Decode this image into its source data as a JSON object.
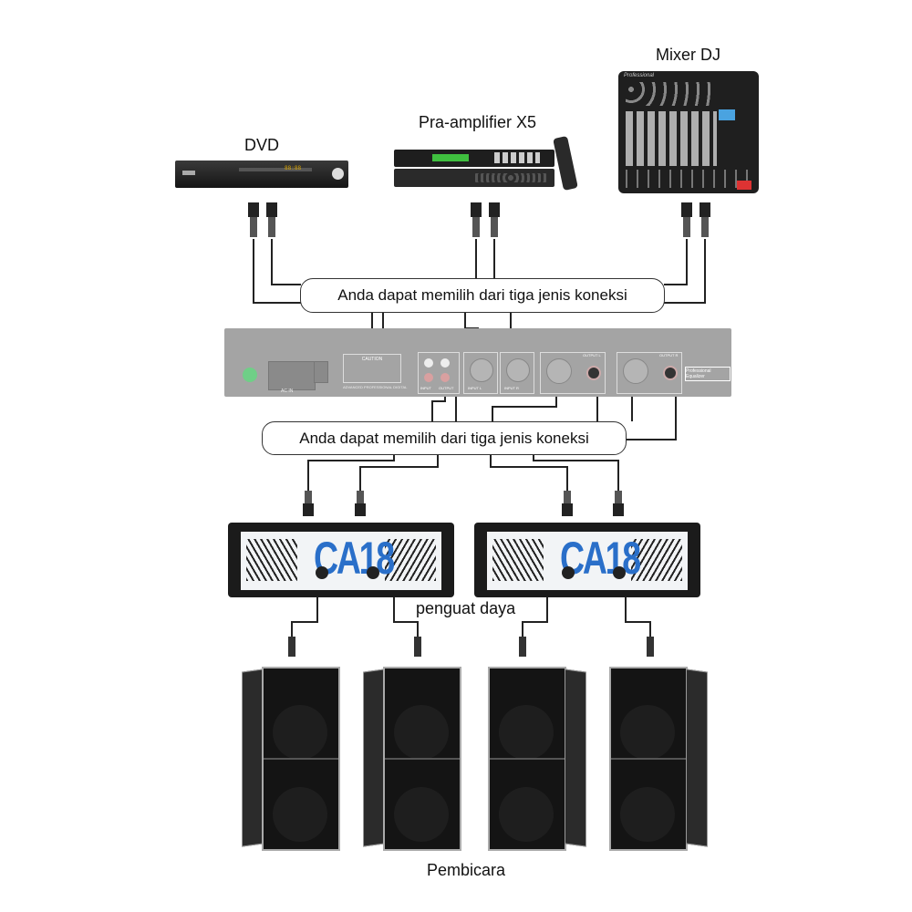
{
  "devices": {
    "dvd": {
      "label": "DVD",
      "display": "88:88"
    },
    "preamp": {
      "label": "Pra-amplifier X5"
    },
    "mixer": {
      "label": "Mixer DJ",
      "brand": "Professional"
    },
    "processor": {
      "power_label": "AC IN",
      "caution": "CAUTION",
      "brand_line": "ADVANCED PROFESSIONAL DIGITAL",
      "ce_label": "Professional Equalizer",
      "ports": [
        "INPUT",
        "OUTPUT",
        "INPUT L",
        "INPUT R",
        "OUTPUT L",
        "OUTPUT R"
      ]
    },
    "amplifiers": {
      "label": "penguat daya",
      "model": "CA18",
      "count": 2
    },
    "speakers": {
      "label": "Pembicara",
      "count": 4
    }
  },
  "connection_notes": {
    "top": "Anda dapat memilih dari tiga jenis koneksi",
    "bottom": "Anda dapat memilih dari tiga jenis koneksi"
  },
  "colors": {
    "wire": "#222222",
    "amp_logo": "#2a6fc9",
    "panel_gray": "#9a9a9a",
    "device_black": "#1c1c1c"
  }
}
